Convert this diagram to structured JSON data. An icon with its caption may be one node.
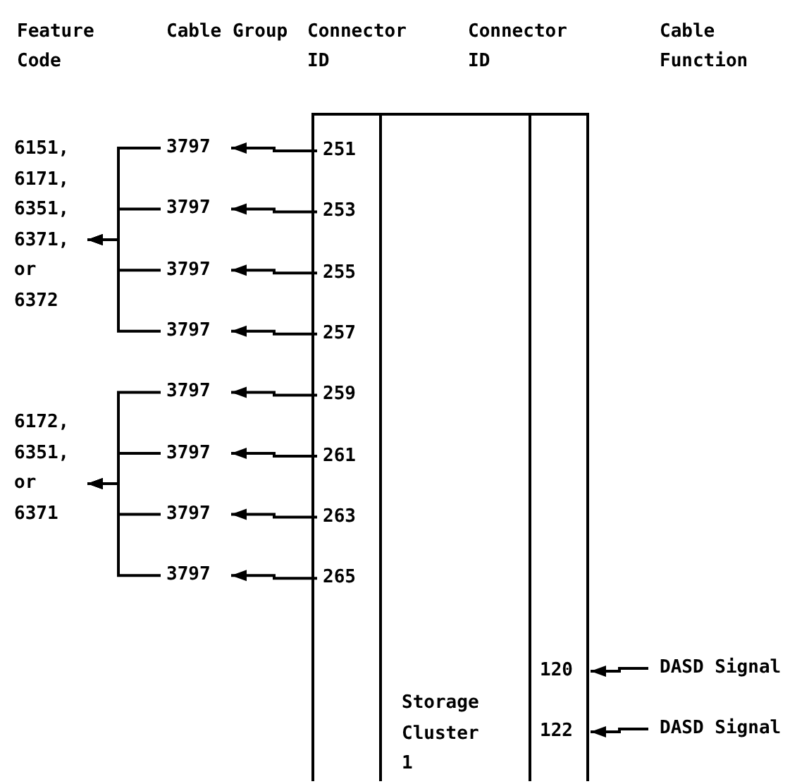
{
  "diagram": {
    "nodes": [
      {
        "text": [
          "Storage Cluster 1"
        ]
      },
      {
        "text": [
          "6151, 6171, 6351, 6371, or 6372"
        ]
      },
      {
        "text": [
          "6172, 6351, or 6371"
        ]
      },
      {
        "text": [
          "3797"
        ]
      },
      {
        "text": [
          "3797"
        ]
      },
      {
        "text": [
          "3797"
        ]
      },
      {
        "text": [
          "3797"
        ]
      },
      {
        "text": [
          "3797"
        ]
      },
      {
        "text": [
          "3797"
        ]
      },
      {
        "text": [
          "3797"
        ]
      },
      {
        "text": [
          "3797"
        ]
      },
      {
        "text": [
          "251"
        ],
        "in": 0
      },
      {
        "text": [
          "253"
        ],
        "in": 0
      },
      {
        "text": [
          "255"
        ],
        "in": 0
      },
      {
        "text": [
          "257"
        ],
        "in": 0
      },
      {
        "text": [
          "259"
        ],
        "in": 0
      },
      {
        "text": [
          "261"
        ],
        "in": 0
      },
      {
        "text": [
          "263"
        ],
        "in": 0
      },
      {
        "text": [
          "265"
        ],
        "in": 0
      },
      {
        "text": [
          "120"
        ],
        "in": 0
      },
      {
        "text": [
          "122"
        ],
        "in": 0
      },
      {
        "text": [
          "DASD Signal"
        ]
      },
      {
        "text": [
          "DASD Signal"
        ]
      }
    ],
    "edges": [
      {
        "from": 11,
        "to": 3,
        "arrow": "to"
      },
      {
        "from": 12,
        "to": 4,
        "arrow": "to"
      },
      {
        "from": 13,
        "to": 5,
        "arrow": "to"
      },
      {
        "from": 14,
        "to": 6,
        "arrow": "to"
      },
      {
        "from": 15,
        "to": 7,
        "arrow": "to"
      },
      {
        "from": 16,
        "to": 8,
        "arrow": "to"
      },
      {
        "from": 17,
        "to": 9,
        "arrow": "to"
      },
      {
        "from": 18,
        "to": 10,
        "arrow": "to"
      },
      {
        "from": 3,
        "to": 1,
        "arrow": "to"
      },
      {
        "from": 4,
        "to": 1,
        "arrow": "to"
      },
      {
        "from": 5,
        "to": 1,
        "arrow": "to"
      },
      {
        "from": 6,
        "to": 1,
        "arrow": "to"
      },
      {
        "from": 7,
        "to": 2,
        "arrow": "to"
      },
      {
        "from": 8,
        "to": 2,
        "arrow": "to"
      },
      {
        "from": 9,
        "to": 2,
        "arrow": "to"
      },
      {
        "from": 10,
        "to": 2,
        "arrow": "to"
      },
      {
        "from": 21,
        "to": 19,
        "arrow": "to"
      },
      {
        "from": 22,
        "to": 20,
        "arrow": "to"
      }
    ],
    "labels": [
      "Feature Code",
      "Cable Group",
      "Connector ID",
      "Connector ID",
      "Cable Function"
    ]
  }
}
